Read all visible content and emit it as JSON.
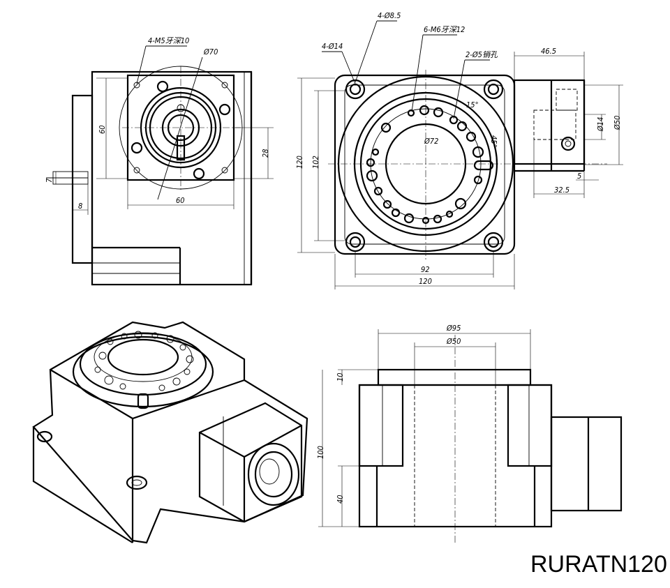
{
  "model": "RURATN120",
  "views": {
    "side": {
      "callouts": {
        "tapped_holes": "4-M5牙深10",
        "pcd": "Ø70"
      },
      "dims": {
        "height_60": "60",
        "width_60": "60",
        "offset_28": "28",
        "shaft_7": "7",
        "shaft_8": "8"
      }
    },
    "top": {
      "callouts": {
        "corner_holes": "4-Ø14",
        "through_holes": "4-Ø8.5",
        "m6_holes": "6-M6牙深12",
        "pin_holes": "2-Ø5销孔",
        "pcd": "Ø72",
        "angle_15": "15°",
        "angle_45": "45°"
      },
      "dims": {
        "motor_46_5": "46.5",
        "bore_14": "Ø14",
        "flange_50": "Ø50",
        "offset_5": "5",
        "offset_32_5": "32.5",
        "height_120": "120",
        "inner_102": "102",
        "hole_pitch_92": "92",
        "width_120": "120"
      }
    },
    "front": {
      "dims": {
        "od_95": "Ø95",
        "bore_50": "Ø50",
        "h_10": "10",
        "total_100": "100",
        "base_40": "40"
      }
    }
  }
}
